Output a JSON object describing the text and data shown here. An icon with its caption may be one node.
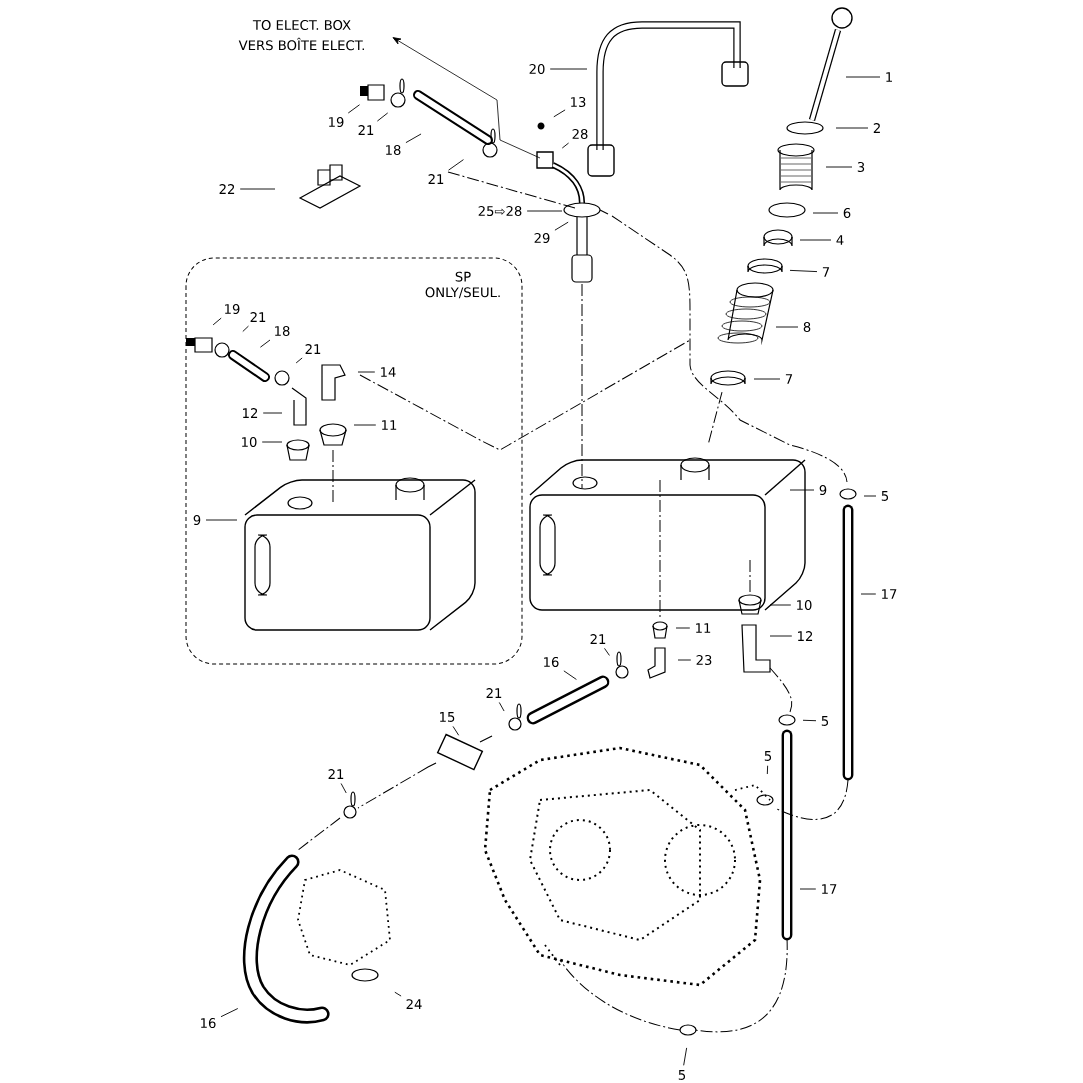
{
  "diagram": {
    "nodes": [
      {
        "text": [
          "20"
        ]
      },
      {
        "text": [
          "1"
        ]
      },
      {
        "text": [
          "19"
        ]
      },
      {
        "text": [
          "13"
        ]
      },
      {
        "text": [
          "2"
        ]
      },
      {
        "text": [
          "21"
        ]
      },
      {
        "text": [
          "28"
        ]
      },
      {
        "text": [
          "18"
        ]
      },
      {
        "text": [
          "3"
        ]
      },
      {
        "text": [
          "21"
        ]
      },
      {
        "text": [
          "22"
        ]
      },
      {
        "text": [
          "25⇨28"
        ]
      },
      {
        "text": [
          "6"
        ]
      },
      {
        "text": [
          "29"
        ]
      },
      {
        "text": [
          "4"
        ]
      },
      {
        "text": [
          "7"
        ]
      },
      {
        "text": [
          "SP ONLY/SEUL."
        ]
      },
      {
        "text": [
          "19"
        ],
        "in": 16
      },
      {
        "text": [
          "21"
        ],
        "in": 16
      },
      {
        "text": [
          "8"
        ]
      },
      {
        "text": [
          "18"
        ],
        "in": 16
      },
      {
        "text": [
          "21"
        ],
        "in": 16
      },
      {
        "text": [
          "14"
        ],
        "in": 16
      },
      {
        "text": [
          "7"
        ]
      },
      {
        "text": [
          "12"
        ],
        "in": 16
      },
      {
        "text": [
          "11"
        ],
        "in": 16
      },
      {
        "text": [
          "10"
        ],
        "in": 16
      },
      {
        "text": [
          "9"
        ]
      },
      {
        "text": [
          "5"
        ]
      },
      {
        "text": [
          "9"
        ],
        "in": 16
      },
      {
        "text": [
          "17"
        ]
      },
      {
        "text": [
          "10"
        ]
      },
      {
        "text": [
          "11"
        ]
      },
      {
        "text": [
          "12"
        ]
      },
      {
        "text": [
          "21"
        ]
      },
      {
        "text": [
          "23"
        ]
      },
      {
        "text": [
          "16"
        ]
      },
      {
        "text": [
          "21"
        ]
      },
      {
        "text": [
          "5"
        ]
      },
      {
        "text": [
          "15"
        ]
      },
      {
        "text": [
          "5"
        ]
      },
      {
        "text": [
          "21"
        ]
      },
      {
        "text": [
          "17"
        ]
      },
      {
        "text": [
          "24"
        ]
      },
      {
        "text": [
          "16"
        ]
      },
      {
        "text": [
          "5"
        ]
      }
    ],
    "edges": [
      {
        "from": 0,
        "to": null,
        "arrow": "none"
      },
      {
        "from": 1,
        "to": null,
        "arrow": "none"
      },
      {
        "from": 2,
        "to": null,
        "arrow": "none"
      },
      {
        "from": 3,
        "to": null,
        "arrow": "none"
      },
      {
        "from": 4,
        "to": null,
        "arrow": "none"
      },
      {
        "from": 5,
        "to": null,
        "arrow": "none"
      },
      {
        "from": 6,
        "to": null,
        "arrow": "none"
      },
      {
        "from": 7,
        "to": null,
        "arrow": "none"
      },
      {
        "from": 8,
        "to": null,
        "arrow": "none"
      },
      {
        "from": 9,
        "to": null,
        "arrow": "none"
      },
      {
        "from": 10,
        "to": null,
        "arrow": "none"
      },
      {
        "from": 11,
        "to": null,
        "arrow": "none"
      },
      {
        "from": 12,
        "to": null,
        "arrow": "none"
      },
      {
        "from": 13,
        "to": null,
        "arrow": "none"
      },
      {
        "from": 14,
        "to": null,
        "arrow": "none"
      },
      {
        "from": 15,
        "to": null,
        "arrow": "none"
      },
      {
        "from": 17,
        "to": null,
        "arrow": "none"
      },
      {
        "from": 18,
        "to": null,
        "arrow": "none"
      },
      {
        "from": 19,
        "to": null,
        "arrow": "none"
      },
      {
        "from": 20,
        "to": null,
        "arrow": "none"
      },
      {
        "from": 21,
        "to": null,
        "arrow": "none"
      },
      {
        "from": 22,
        "to": null,
        "arrow": "none"
      },
      {
        "from": 23,
        "to": null,
        "arrow": "none"
      },
      {
        "from": 24,
        "to": null,
        "arrow": "none"
      },
      {
        "from": 25,
        "to": null,
        "arrow": "none"
      },
      {
        "from": 26,
        "to": null,
        "arrow": "none"
      },
      {
        "from": 27,
        "to": null,
        "arrow": "none"
      },
      {
        "from": 28,
        "to": null,
        "arrow": "none"
      },
      {
        "from": 29,
        "to": null,
        "arrow": "none"
      },
      {
        "from": 30,
        "to": null,
        "arrow": "none"
      },
      {
        "from": 31,
        "to": null,
        "arrow": "none"
      },
      {
        "from": 32,
        "to": null,
        "arrow": "none"
      },
      {
        "from": 33,
        "to": null,
        "arrow": "none"
      },
      {
        "from": 34,
        "to": null,
        "arrow": "none"
      },
      {
        "from": 35,
        "to": null,
        "arrow": "none"
      },
      {
        "from": 36,
        "to": null,
        "arrow": "none"
      },
      {
        "from": 37,
        "to": null,
        "arrow": "none"
      },
      {
        "from": 38,
        "to": null,
        "arrow": "none"
      },
      {
        "from": 39,
        "to": null,
        "arrow": "none"
      },
      {
        "from": 40,
        "to": null,
        "arrow": "none"
      },
      {
        "from": 41,
        "to": null,
        "arrow": "none"
      },
      {
        "from": 42,
        "to": null,
        "arrow": "none"
      },
      {
        "from": 43,
        "to": null,
        "arrow": "none"
      },
      {
        "from": 44,
        "to": null,
        "arrow": "none"
      },
      {
        "from": 45,
        "to": null,
        "arrow": "none"
      }
    ],
    "labels": [
      "TO ELECT. BOX",
      "VERS BOÎTE ELECT."
    ]
  }
}
